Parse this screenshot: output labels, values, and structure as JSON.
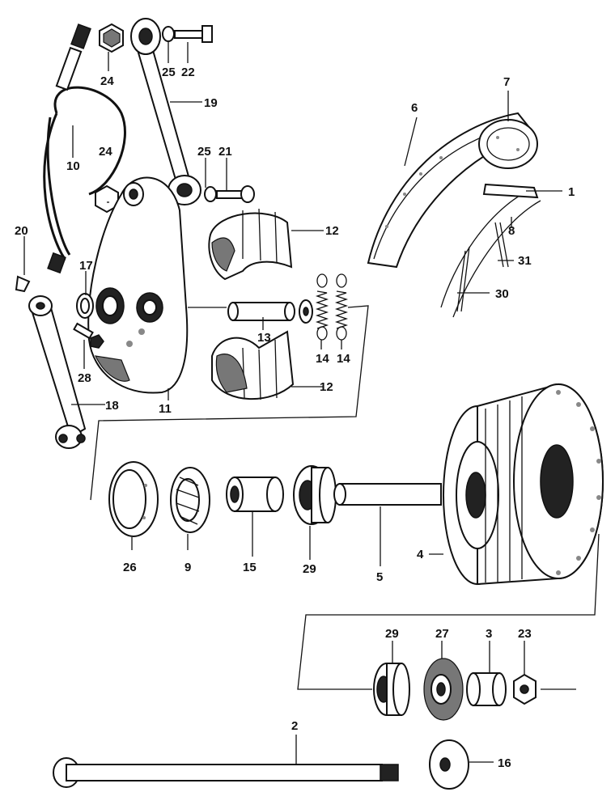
{
  "diagram": {
    "type": "exploded parts diagram",
    "callouts": [
      {
        "id": "c1",
        "label": "1"
      },
      {
        "id": "c2",
        "label": "2"
      },
      {
        "id": "c3",
        "label": "3"
      },
      {
        "id": "c4",
        "label": "4"
      },
      {
        "id": "c5",
        "label": "5"
      },
      {
        "id": "c6",
        "label": "6"
      },
      {
        "id": "c7",
        "label": "7"
      },
      {
        "id": "c8",
        "label": "8"
      },
      {
        "id": "c9",
        "label": "9"
      },
      {
        "id": "c10",
        "label": "10"
      },
      {
        "id": "c11",
        "label": "11"
      },
      {
        "id": "c12a",
        "label": "12"
      },
      {
        "id": "c12b",
        "label": "12"
      },
      {
        "id": "c13",
        "label": "13"
      },
      {
        "id": "c14a",
        "label": "14"
      },
      {
        "id": "c14b",
        "label": "14"
      },
      {
        "id": "c15",
        "label": "15"
      },
      {
        "id": "c16",
        "label": "16"
      },
      {
        "id": "c17",
        "label": "17"
      },
      {
        "id": "c18",
        "label": "18"
      },
      {
        "id": "c19",
        "label": "19"
      },
      {
        "id": "c20",
        "label": "20"
      },
      {
        "id": "c21",
        "label": "21"
      },
      {
        "id": "c22",
        "label": "22"
      },
      {
        "id": "c23",
        "label": "23"
      },
      {
        "id": "c24a",
        "label": "24"
      },
      {
        "id": "c24b",
        "label": "24"
      },
      {
        "id": "c25a",
        "label": "25"
      },
      {
        "id": "c25b",
        "label": "25"
      },
      {
        "id": "c26",
        "label": "26"
      },
      {
        "id": "c27",
        "label": "27"
      },
      {
        "id": "c28",
        "label": "28"
      },
      {
        "id": "c29a",
        "label": "29"
      },
      {
        "id": "c29b",
        "label": "29"
      },
      {
        "id": "c30",
        "label": "30"
      },
      {
        "id": "c31",
        "label": "31"
      }
    ]
  }
}
